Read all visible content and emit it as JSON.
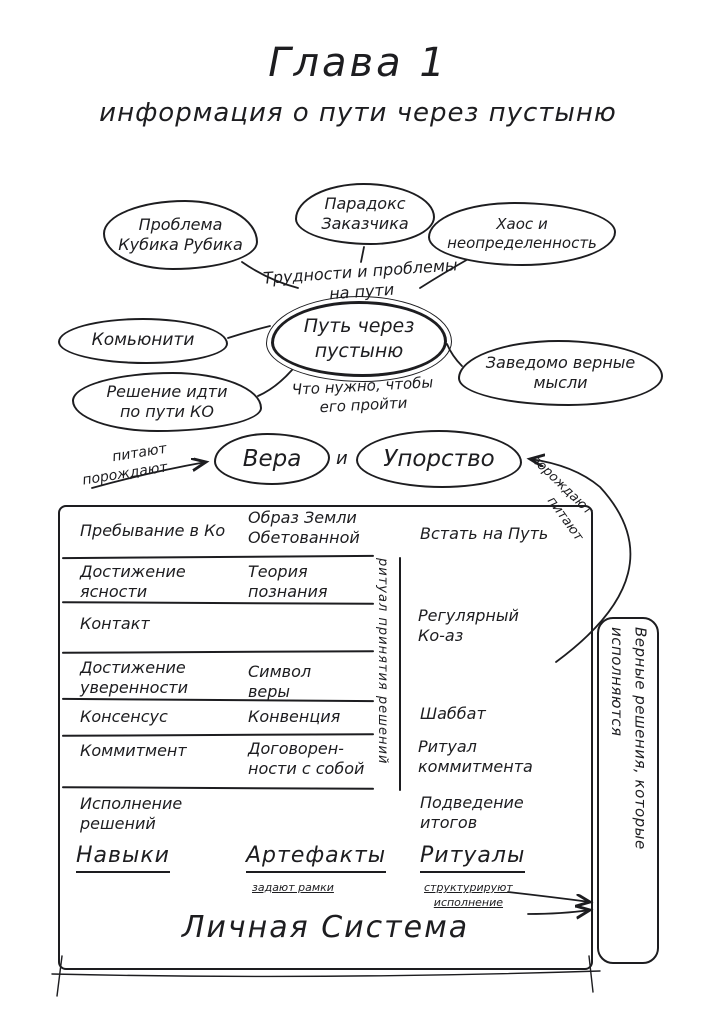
{
  "page": {
    "title": "Глава 1",
    "subtitle": "информация о пути через пустыню"
  },
  "mindmap": {
    "center": "Путь через\nпустыню",
    "top_label": "Трудности и проблемы\nна пути",
    "bottom_label": "Что нужно, чтобы\nего пройти",
    "bubble_rubik": "Проблема\nКубика Рубика",
    "bubble_paradox": "Парадокс\nЗаказчика",
    "bubble_chaos": "Хаос и\nнеопределенность",
    "bubble_community": "Комьюнити",
    "bubble_decision": "Решение идти\nпо пути КО",
    "bubble_thoughts": "Заведомо верные\nмысли",
    "faith": "Вера",
    "conjunction": "и",
    "persistence": "Упорство",
    "left_feed_1": "питают",
    "left_feed_2": "порождают",
    "right_feed_1": "порождают",
    "right_feed_2": "питают"
  },
  "system": {
    "rows": [
      {
        "skill": "Пребывание в Ко",
        "artifact": "Образ Земли\nОбетованной",
        "ritual": "Встать на Путь"
      },
      {
        "skill": "Достижение\nясности",
        "artifact": "Теория\nпознания",
        "ritual": ""
      },
      {
        "skill": "Контакт",
        "artifact": "",
        "ritual": "Регулярный\nКо-аз"
      },
      {
        "skill": "Достижение\nуверенности",
        "artifact": "Символ\nверы",
        "ritual": ""
      },
      {
        "skill": "Консенсус",
        "artifact": "Конвенция",
        "ritual": "Шаббат"
      },
      {
        "skill": "Коммитмент",
        "artifact": "Договорен-\nности с собой",
        "ritual": "Ритуал\nкоммитмента"
      },
      {
        "skill": "Исполнение\nрешений",
        "artifact": "",
        "ritual": "Подведение\nитогов"
      }
    ],
    "vertical_label": "ритуал принятия решений",
    "col_headers": {
      "skills": "Навыки",
      "artifacts": "Артефакты",
      "artifacts_sub": "задают рамки",
      "rituals": "Ритуалы",
      "rituals_sub": "структурируют\nисполнение"
    },
    "box_title": "Личная Система"
  },
  "side_note": "Верные решения, которые исполняются",
  "colors": {
    "ink": "#1d1d20",
    "background": "#ffffff"
  }
}
